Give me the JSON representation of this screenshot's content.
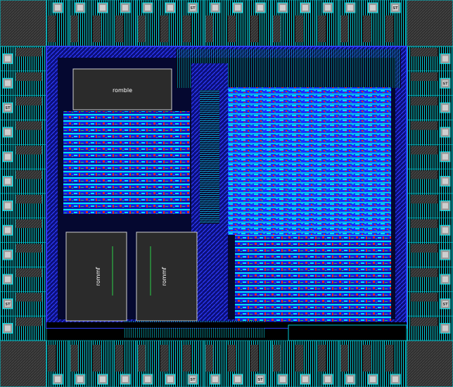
{
  "view": {
    "title": "",
    "colors": {
      "background": "#000000",
      "cell_fill": "#2b2b2b",
      "pad_fill": "#3a3a3a",
      "cyan": "#00e5ee",
      "blue": "#1a2cff",
      "red": "#e0301e",
      "green": "#2bd14a",
      "white": "#ffffff"
    }
  },
  "macros": [
    {
      "name": "romble-block",
      "label": "romble"
    },
    {
      "name": "rommf-left-block",
      "label": "rommf"
    },
    {
      "name": "rommf-right-block",
      "label": "rommf"
    }
  ],
  "pad_labels": {
    "top": [
      "ST",
      "ST"
    ],
    "bottom": [
      "ST",
      "ST"
    ],
    "left": [
      "ST",
      "ST"
    ],
    "right": [
      "ST",
      "ST"
    ]
  },
  "icons": {
    "pad": "io-pad-icon",
    "corner": "corner-cell-icon"
  }
}
